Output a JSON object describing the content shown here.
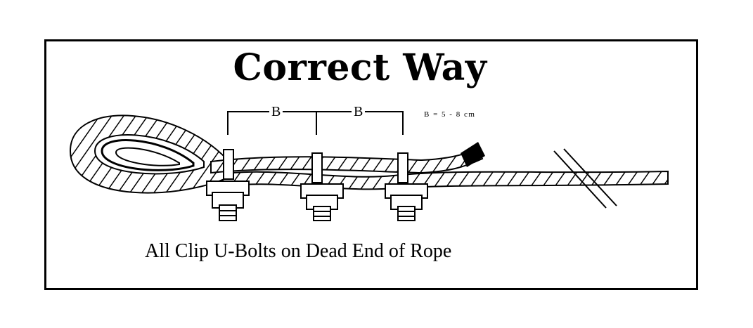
{
  "diagram": {
    "title": "Correct Way",
    "spacing_label_1": "B",
    "spacing_label_2": "B",
    "spacing_note": "B = 5 - 8 cm",
    "caption": "All Clip U-Bolts on Dead End of Rope"
  },
  "colors": {
    "ink": "#000000",
    "paper": "#ffffff"
  }
}
